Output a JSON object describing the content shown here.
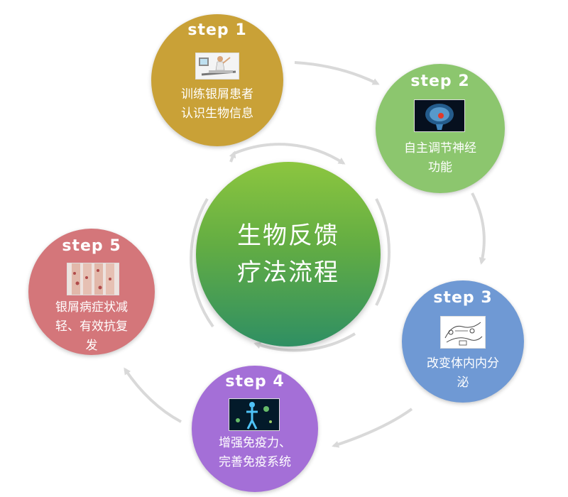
{
  "center": {
    "line1": "生物反馈",
    "line2": "疗法流程"
  },
  "steps": [
    {
      "label": "step 1",
      "desc1": "训练银屑患者",
      "desc2": "认识生物信息",
      "image": "patient-biofeedback-device",
      "color": "#c9a137"
    },
    {
      "label": "step 2",
      "desc1": "自主调节神经",
      "desc2": "功能",
      "image": "brain-scan",
      "color": "#8cc66e"
    },
    {
      "label": "step 3",
      "desc1": "改变体内内分",
      "desc2": "泌",
      "image": "endocrine-diagram",
      "color": "#6f99d4"
    },
    {
      "label": "step 4",
      "desc1": "增强免疫力、",
      "desc2": "完善免疫系统",
      "image": "xray-body-cells",
      "color": "#a46fd7"
    },
    {
      "label": "step 5",
      "desc1": "银屑病症状减",
      "desc2": "轻、有效抗复",
      "desc3": "发",
      "image": "psoriasis-legs",
      "color": "#d4767a"
    }
  ],
  "colors": {
    "center_top": "#8cc63f",
    "center_bottom": "#2f8f63",
    "arrow": "#d9d9d9"
  }
}
